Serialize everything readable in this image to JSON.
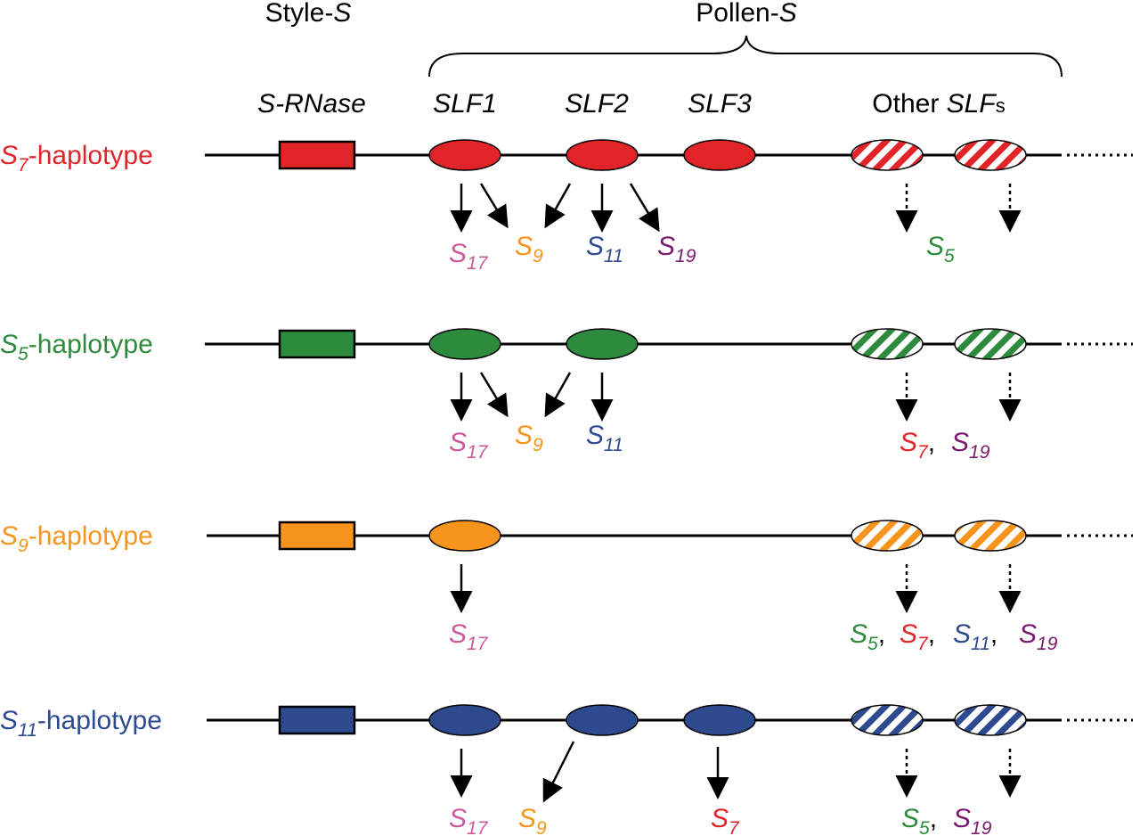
{
  "headers": {
    "style_prefix": "Style-",
    "style_italic": "S",
    "pollen_prefix": "Pollen-",
    "pollen_italic": "S"
  },
  "genes": {
    "s_rnase": "S-RNase",
    "slf1": "SLF1",
    "slf2": "SLF2",
    "slf3": "SLF3",
    "other_prefix": "Other ",
    "other_italic": "SLF",
    "other_suffix": "s"
  },
  "colors": {
    "S5": "#2e8b3e",
    "S7": "#e02428",
    "S9": "#f7941d",
    "S11": "#2e4a8f",
    "S17": "#cc5a9a",
    "S19": "#7a1a6e",
    "line": "#000000"
  },
  "rows": [
    {
      "id": "S7",
      "label_letter": "S",
      "label_sub": "7",
      "label_suffix": "-haplotype",
      "color": "#e02428",
      "slfs": [
        "SLF1",
        "SLF2",
        "SLF3"
      ],
      "slf1_targets": [
        {
          "letter": "S",
          "sub": "17",
          "color": "#cc5a9a"
        },
        {
          "letter": "S",
          "sub": "9",
          "color": "#f7941d"
        }
      ],
      "slf2_targets": [
        {
          "letter": "S",
          "sub": "11",
          "color": "#2e4a8f"
        },
        {
          "letter": "S",
          "sub": "19",
          "color": "#7a1a6e"
        }
      ],
      "slf3_targets": [],
      "other_targets": [
        {
          "letter": "S",
          "sub": "5",
          "color": "#2e8b3e"
        }
      ]
    },
    {
      "id": "S5",
      "label_letter": "S",
      "label_sub": "5",
      "label_suffix": "-haplotype",
      "color": "#2e8b3e",
      "slfs": [
        "SLF1",
        "SLF2"
      ],
      "slf1_targets": [
        {
          "letter": "S",
          "sub": "17",
          "color": "#cc5a9a"
        },
        {
          "letter": "S",
          "sub": "9",
          "color": "#f7941d"
        }
      ],
      "slf2_targets": [
        {
          "letter": "S",
          "sub": "11",
          "color": "#2e4a8f"
        }
      ],
      "slf3_targets": [],
      "other_targets": [
        {
          "letter": "S",
          "sub": "7",
          "color": "#e02428"
        },
        {
          "letter": "S",
          "sub": "19",
          "color": "#7a1a6e"
        }
      ]
    },
    {
      "id": "S9",
      "label_letter": "S",
      "label_sub": "9",
      "label_suffix": "-haplotype",
      "color": "#f7941d",
      "slfs": [
        "SLF1"
      ],
      "slf1_targets": [
        {
          "letter": "S",
          "sub": "17",
          "color": "#cc5a9a"
        }
      ],
      "slf2_targets": [],
      "slf3_targets": [],
      "other_targets": [
        {
          "letter": "S",
          "sub": "5",
          "color": "#2e8b3e"
        },
        {
          "letter": "S",
          "sub": "7",
          "color": "#e02428"
        },
        {
          "letter": "S",
          "sub": "11",
          "color": "#2e4a8f"
        },
        {
          "letter": "S",
          "sub": "19",
          "color": "#7a1a6e"
        }
      ]
    },
    {
      "id": "S11",
      "label_letter": "S",
      "label_sub": "11",
      "label_suffix": "-haplotype",
      "color": "#2e4a8f",
      "slfs": [
        "SLF1",
        "SLF2",
        "SLF3"
      ],
      "slf1_targets": [
        {
          "letter": "S",
          "sub": "17",
          "color": "#cc5a9a"
        }
      ],
      "slf2_targets": [
        {
          "letter": "S",
          "sub": "9",
          "color": "#f7941d"
        }
      ],
      "slf3_targets": [
        {
          "letter": "S",
          "sub": "7",
          "color": "#e02428"
        }
      ],
      "other_targets": [
        {
          "letter": "S",
          "sub": "5",
          "color": "#2e8b3e"
        },
        {
          "letter": "S",
          "sub": "19",
          "color": "#7a1a6e"
        }
      ]
    }
  ]
}
